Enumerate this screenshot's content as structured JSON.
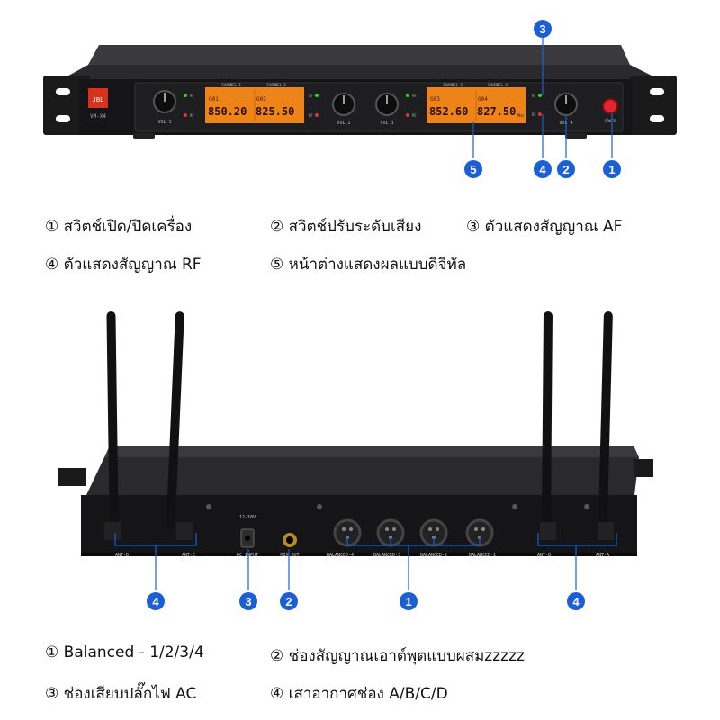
{
  "front": {
    "brand": "JBL",
    "model": "VM-X4",
    "channels": [
      {
        "label": "CHANNEL 1",
        "group": "G01",
        "freq": "850.20",
        "vol": "VOL 1"
      },
      {
        "label": "CHANNEL 2",
        "group": "G02",
        "freq": "825.50",
        "vol": "VOL 2"
      },
      {
        "label": "CHANNEL 3",
        "group": "G03",
        "freq": "852.60",
        "vol": "VOL 3"
      },
      {
        "label": "CHANNEL 4",
        "group": "G04",
        "freq": "827.50",
        "vol": "VOL 4"
      }
    ],
    "af": "AF",
    "rf": "RF",
    "mhz": "MHz",
    "power": "POWER",
    "badges": [
      "3",
      "5",
      "4",
      "2",
      "1"
    ]
  },
  "front_legend": [
    {
      "num": "①",
      "text": "สวิตช์เปิด/ปิดเครื่อง"
    },
    {
      "num": "②",
      "text": "สวิตช์ปรับระดับเสียง"
    },
    {
      "num": "③",
      "text": "ตัวแสดงสัญญาณ AF"
    },
    {
      "num": "④",
      "text": "ตัวแสดงสัญญาณ RF"
    },
    {
      "num": "⑤",
      "text": "หน้าต่างแสดงผลแบบดิจิทัล"
    }
  ],
  "back": {
    "voltage": "12-18V",
    "dc_input": "DC INPUT",
    "mix_out": "MIX OUT",
    "ports": [
      "BALANCED-4",
      "BALANCED-3",
      "BALANCED-2",
      "BALANCED-1"
    ],
    "antennas": [
      "ANT-D",
      "ANT-C",
      "ANT-B",
      "ANT-A"
    ],
    "badges": [
      "4",
      "3",
      "2",
      "1",
      "4"
    ]
  },
  "back_legend": [
    {
      "num": "①",
      "text": "Balanced - 1/2/3/4"
    },
    {
      "num": "②",
      "text": "ช่องสัญญาณเอาต์พุตแบบผสมzzzzz"
    },
    {
      "num": "③",
      "text": "ช่องเสียบปลั๊กไฟ AC"
    },
    {
      "num": "④",
      "text": "เสาอากาศช่อง A/B/C/D"
    }
  ],
  "colors": {
    "badge": "#1b5fd6",
    "display": "#f08a1c",
    "power": "#e0262e",
    "chassis": "#1c1c1e"
  }
}
